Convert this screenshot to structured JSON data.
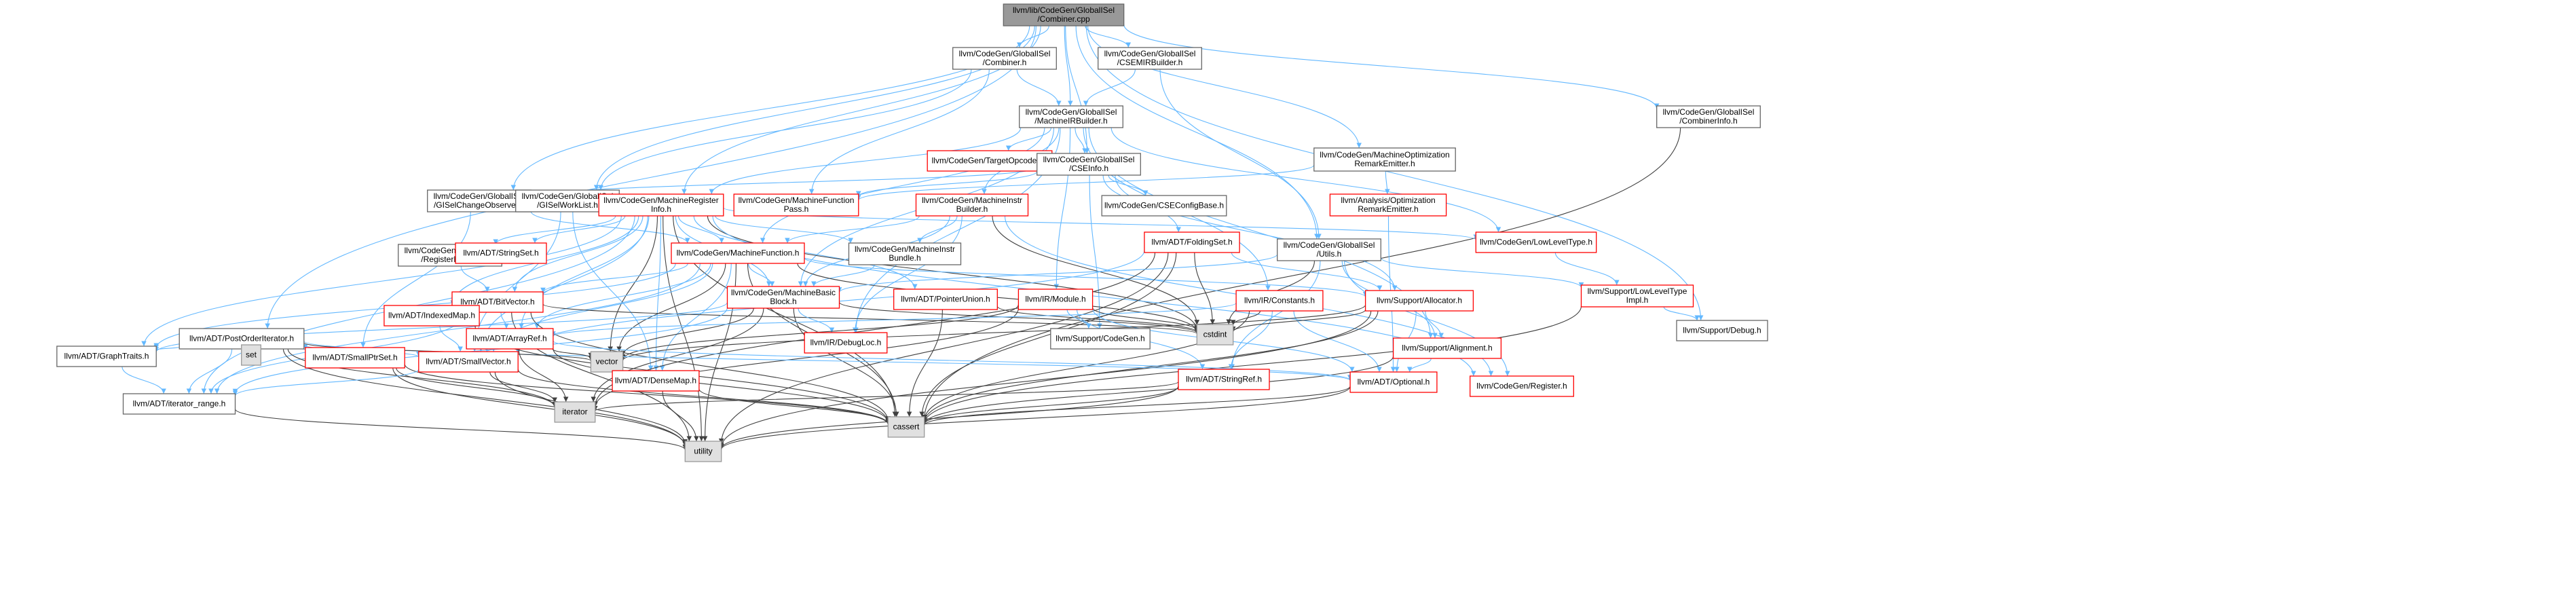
{
  "colors": {
    "root_fill": "#999999",
    "node_fill": "#ffffff",
    "node_border": "#666666",
    "incomplete_border": "#ff0000",
    "external_fill": "#e0e0e0",
    "external_border": "#999999",
    "edge": "#63b8ff",
    "edge_alt": "#404040",
    "text": "#000000"
  },
  "nodes": [
    {
      "id": "root",
      "lines": [
        "llvm/lib/CodeGen/GlobalISel",
        "/Combiner.cpp"
      ],
      "kind": "root"
    },
    {
      "id": "combiner_h",
      "lines": [
        "llvm/CodeGen/GlobalISel",
        "/Combiner.h"
      ],
      "kind": "normal"
    },
    {
      "id": "csemir",
      "lines": [
        "llvm/CodeGen/GlobalISel",
        "/CSEMIRBuilder.h"
      ],
      "kind": "normal"
    },
    {
      "id": "combinerinfo",
      "lines": [
        "llvm/CodeGen/GlobalISel",
        "/CombinerInfo.h"
      ],
      "kind": "normal"
    },
    {
      "id": "mirbuilder",
      "lines": [
        "llvm/CodeGen/GlobalISel",
        "/MachineIRBuilder.h"
      ],
      "kind": "normal"
    },
    {
      "id": "targetopcodes",
      "lines": [
        "llvm/CodeGen/TargetOpcodes.h"
      ],
      "kind": "incomplete"
    },
    {
      "id": "cseinfo",
      "lines": [
        "llvm/CodeGen/GlobalISel",
        "/CSEInfo.h"
      ],
      "kind": "normal"
    },
    {
      "id": "mopt",
      "lines": [
        "llvm/CodeGen/MachineOptimization",
        "RemarkEmitter.h"
      ],
      "kind": "normal"
    },
    {
      "id": "changeobs",
      "lines": [
        "llvm/CodeGen/GlobalISel",
        "/GISelChangeObserver.h"
      ],
      "kind": "normal"
    },
    {
      "id": "worklist",
      "lines": [
        "llvm/CodeGen/GlobalISel",
        "/GISelWorkList.h"
      ],
      "kind": "normal"
    },
    {
      "id": "mri",
      "lines": [
        "llvm/CodeGen/MachineRegister",
        "Info.h"
      ],
      "kind": "incomplete"
    },
    {
      "id": "mfpass",
      "lines": [
        "llvm/CodeGen/MachineFunction",
        "Pass.h"
      ],
      "kind": "incomplete"
    },
    {
      "id": "mibuilder",
      "lines": [
        "llvm/CodeGen/MachineInstr",
        "Builder.h"
      ],
      "kind": "incomplete"
    },
    {
      "id": "csecfg",
      "lines": [
        "llvm/CodeGen/CSEConfigBase.h"
      ],
      "kind": "normal"
    },
    {
      "id": "analysisopt",
      "lines": [
        "llvm/Analysis/Optimization",
        "RemarkEmitter.h"
      ],
      "kind": "incomplete"
    },
    {
      "id": "regbank",
      "lines": [
        "llvm/CodeGen/GlobalISel",
        "/RegisterBank.h"
      ],
      "kind": "normal"
    },
    {
      "id": "stringset",
      "lines": [
        "llvm/ADT/StringSet.h"
      ],
      "kind": "incomplete"
    },
    {
      "id": "mf",
      "lines": [
        "llvm/CodeGen/MachineFunction.h"
      ],
      "kind": "incomplete"
    },
    {
      "id": "mibundle",
      "lines": [
        "llvm/CodeGen/MachineInstr",
        "Bundle.h"
      ],
      "kind": "normal"
    },
    {
      "id": "foldingset",
      "lines": [
        "llvm/ADT/FoldingSet.h"
      ],
      "kind": "incomplete"
    },
    {
      "id": "utils",
      "lines": [
        "llvm/CodeGen/GlobalISel",
        "/Utils.h"
      ],
      "kind": "normal"
    },
    {
      "id": "lowlevel",
      "lines": [
        "llvm/CodeGen/LowLevelType.h"
      ],
      "kind": "incomplete"
    },
    {
      "id": "bitvector",
      "lines": [
        "llvm/ADT/BitVector.h"
      ],
      "kind": "incomplete"
    },
    {
      "id": "mbb",
      "lines": [
        "llvm/CodeGen/MachineBasic",
        "Block.h"
      ],
      "kind": "incomplete"
    },
    {
      "id": "ptrunion",
      "lines": [
        "llvm/ADT/PointerUnion.h"
      ],
      "kind": "incomplete"
    },
    {
      "id": "module",
      "lines": [
        "llvm/IR/Module.h"
      ],
      "kind": "incomplete"
    },
    {
      "id": "constants",
      "lines": [
        "llvm/IR/Constants.h"
      ],
      "kind": "incomplete"
    },
    {
      "id": "allocator",
      "lines": [
        "llvm/Support/Allocator.h"
      ],
      "kind": "incomplete"
    },
    {
      "id": "lltimpl",
      "lines": [
        "llvm/Support/LowLevelType",
        "Impl.h"
      ],
      "kind": "incomplete"
    },
    {
      "id": "postorder",
      "lines": [
        "llvm/ADT/PostOrderIterator.h"
      ],
      "kind": "normal"
    },
    {
      "id": "set",
      "lines": [
        "set"
      ],
      "kind": "external"
    },
    {
      "id": "smallptrset",
      "lines": [
        "llvm/ADT/SmallPtrSet.h"
      ],
      "kind": "incomplete"
    },
    {
      "id": "indexedmap",
      "lines": [
        "llvm/ADT/IndexedMap.h"
      ],
      "kind": "incomplete"
    },
    {
      "id": "arrayref",
      "lines": [
        "llvm/ADT/ArrayRef.h"
      ],
      "kind": "incomplete"
    },
    {
      "id": "debugloc",
      "lines": [
        "llvm/IR/DebugLoc.h"
      ],
      "kind": "incomplete"
    },
    {
      "id": "supcodegen",
      "lines": [
        "llvm/Support/CodeGen.h"
      ],
      "kind": "normal"
    },
    {
      "id": "cstdint",
      "lines": [
        "cstdint"
      ],
      "kind": "external"
    },
    {
      "id": "alignment",
      "lines": [
        "llvm/Support/Alignment.h"
      ],
      "kind": "incomplete"
    },
    {
      "id": "graphtraits",
      "lines": [
        "llvm/ADT/GraphTraits.h"
      ],
      "kind": "normal"
    },
    {
      "id": "smallvector",
      "lines": [
        "llvm/ADT/SmallVector.h"
      ],
      "kind": "incomplete"
    },
    {
      "id": "vector",
      "lines": [
        "vector"
      ],
      "kind": "external"
    },
    {
      "id": "densemap",
      "lines": [
        "llvm/ADT/DenseMap.h"
      ],
      "kind": "incomplete"
    },
    {
      "id": "stringref",
      "lines": [
        "llvm/ADT/StringRef.h"
      ],
      "kind": "incomplete"
    },
    {
      "id": "optional",
      "lines": [
        "llvm/ADT/Optional.h"
      ],
      "kind": "incomplete"
    },
    {
      "id": "register",
      "lines": [
        "llvm/CodeGen/Register.h"
      ],
      "kind": "incomplete"
    },
    {
      "id": "debug",
      "lines": [
        "llvm/Support/Debug.h"
      ],
      "kind": "normal"
    },
    {
      "id": "iterrange",
      "lines": [
        "llvm/ADT/iterator_range.h"
      ],
      "kind": "normal"
    },
    {
      "id": "iterator",
      "lines": [
        "iterator"
      ],
      "kind": "external"
    },
    {
      "id": "cassert",
      "lines": [
        "cassert"
      ],
      "kind": "external"
    },
    {
      "id": "utility",
      "lines": [
        "utility"
      ],
      "kind": "external"
    }
  ],
  "edges": [
    [
      "root",
      "combiner_h"
    ],
    [
      "root",
      "csemir"
    ],
    [
      "root",
      "combinerinfo"
    ],
    [
      "root",
      "mirbuilder"
    ],
    [
      "root",
      "cseinfo"
    ],
    [
      "root",
      "mopt"
    ],
    [
      "root",
      "changeobs"
    ],
    [
      "root",
      "worklist"
    ],
    [
      "root",
      "mri"
    ],
    [
      "root",
      "utils"
    ],
    [
      "root",
      "postorder"
    ],
    [
      "root",
      "debug"
    ],
    [
      "combiner_h",
      "mirbuilder"
    ],
    [
      "combiner_h",
      "mfpass"
    ],
    [
      "combiner_h",
      "worklist"
    ],
    [
      "csemir",
      "mirbuilder"
    ],
    [
      "csemir",
      "utils"
    ],
    [
      "combinerinfo",
      "cassert"
    ],
    [
      "mirbuilder",
      "targetopcodes"
    ],
    [
      "mirbuilder",
      "cseinfo"
    ],
    [
      "mirbuilder",
      "mri"
    ],
    [
      "mirbuilder",
      "mibuilder"
    ],
    [
      "mirbuilder",
      "mbb"
    ],
    [
      "mirbuilder",
      "mf"
    ],
    [
      "mirbuilder",
      "module"
    ],
    [
      "mirbuilder",
      "constants"
    ],
    [
      "mirbuilder",
      "lowlevel"
    ],
    [
      "mirbuilder",
      "debugloc"
    ],
    [
      "mirbuilder",
      "alignment"
    ],
    [
      "cseinfo",
      "csecfg"
    ],
    [
      "cseinfo",
      "mfpass"
    ],
    [
      "cseinfo",
      "changeobs"
    ],
    [
      "cseinfo",
      "foldingset"
    ],
    [
      "cseinfo",
      "allocator"
    ],
    [
      "cseinfo",
      "supcodegen"
    ],
    [
      "mopt",
      "mfpass"
    ],
    [
      "mopt",
      "analysisopt"
    ],
    [
      "analysisopt",
      "optional"
    ],
    [
      "changeobs",
      "mf"
    ],
    [
      "changeobs",
      "smallptrset"
    ],
    [
      "worklist",
      "densemap"
    ],
    [
      "worklist",
      "smallvector"
    ],
    [
      "mri",
      "regbank"
    ],
    [
      "mri",
      "stringset"
    ],
    [
      "mri",
      "mf"
    ],
    [
      "mri",
      "mibundle"
    ],
    [
      "mri",
      "bitvector"
    ],
    [
      "mri",
      "mbb"
    ],
    [
      "mri",
      "ptrunion"
    ],
    [
      "mri",
      "indexedmap"
    ],
    [
      "mri",
      "arrayref"
    ],
    [
      "mri",
      "smallvector"
    ],
    [
      "mri",
      "vector"
    ],
    [
      "mri",
      "densemap"
    ],
    [
      "mri",
      "iterrange"
    ],
    [
      "mri",
      "cassert"
    ],
    [
      "mri",
      "cstdint"
    ],
    [
      "mri",
      "utility"
    ],
    [
      "mri",
      "lowlevel"
    ],
    [
      "mri",
      "register"
    ],
    [
      "mri",
      "graphtraits"
    ],
    [
      "mibuilder",
      "mf"
    ],
    [
      "mibuilder",
      "mbb"
    ],
    [
      "mibuilder",
      "mibundle"
    ],
    [
      "mibuilder",
      "debugloc"
    ],
    [
      "mibuilder",
      "cstdint"
    ],
    [
      "mibuilder",
      "register"
    ],
    [
      "mibundle",
      "mbb"
    ],
    [
      "regbank",
      "bitvector"
    ],
    [
      "mf",
      "bitvector"
    ],
    [
      "mf",
      "mbb"
    ],
    [
      "mf",
      "arrayref"
    ],
    [
      "mf",
      "densemap"
    ],
    [
      "mf",
      "smallvector"
    ],
    [
      "mf",
      "iterrange"
    ],
    [
      "mf",
      "allocator"
    ],
    [
      "mf",
      "cassert"
    ],
    [
      "mf",
      "cstdint"
    ],
    [
      "mf",
      "utility"
    ],
    [
      "mf",
      "vector"
    ],
    [
      "mf",
      "graphtraits"
    ],
    [
      "foldingset",
      "smallvector"
    ],
    [
      "foldingset",
      "allocator"
    ],
    [
      "foldingset",
      "iterator"
    ],
    [
      "foldingset",
      "cassert"
    ],
    [
      "foldingset",
      "cstdint"
    ],
    [
      "foldingset",
      "utility"
    ],
    [
      "utils",
      "lltimpl"
    ],
    [
      "utils",
      "register"
    ],
    [
      "utils",
      "alignment"
    ],
    [
      "utils",
      "stringref"
    ],
    [
      "utils",
      "cstdint"
    ],
    [
      "utils",
      "mbb"
    ],
    [
      "lowlevel",
      "lltimpl"
    ],
    [
      "lltimpl",
      "debug"
    ],
    [
      "lltimpl",
      "cassert"
    ],
    [
      "bitvector",
      "arrayref"
    ],
    [
      "bitvector",
      "iterrange"
    ],
    [
      "bitvector",
      "cassert"
    ],
    [
      "bitvector",
      "utility"
    ],
    [
      "bitvector",
      "cstdint"
    ],
    [
      "mbb",
      "debugloc"
    ],
    [
      "mbb",
      "graphtraits"
    ],
    [
      "mbb",
      "iterrange"
    ],
    [
      "mbb",
      "iterator"
    ],
    [
      "mbb",
      "cassert"
    ],
    [
      "mbb",
      "cstdint"
    ],
    [
      "mbb",
      "vector"
    ],
    [
      "ptrunion",
      "cassert"
    ],
    [
      "ptrunion",
      "cstdint"
    ],
    [
      "module",
      "supcodegen"
    ],
    [
      "module",
      "iterator"
    ],
    [
      "module",
      "cstdint"
    ],
    [
      "module",
      "vector"
    ],
    [
      "module",
      "optional"
    ],
    [
      "module",
      "stringref"
    ],
    [
      "constants",
      "arrayref"
    ],
    [
      "constants",
      "optional"
    ],
    [
      "constants",
      "stringref"
    ],
    [
      "constants",
      "cassert"
    ],
    [
      "constants",
      "cstdint"
    ],
    [
      "allocator",
      "alignment"
    ],
    [
      "allocator",
      "optional"
    ],
    [
      "allocator",
      "cassert"
    ],
    [
      "allocator",
      "cstdint"
    ],
    [
      "allocator",
      "utility"
    ],
    [
      "allocator",
      "vector"
    ],
    [
      "alignment",
      "optional"
    ],
    [
      "alignment",
      "cassert"
    ],
    [
      "postorder",
      "set"
    ],
    [
      "postorder",
      "smallptrset"
    ],
    [
      "postorder",
      "smallvector"
    ],
    [
      "postorder",
      "graphtraits"
    ],
    [
      "postorder",
      "iterrange"
    ],
    [
      "postorder",
      "optional"
    ],
    [
      "postorder",
      "utility"
    ],
    [
      "postorder",
      "iterator"
    ],
    [
      "postorder",
      "vector"
    ],
    [
      "smallptrset",
      "iterator"
    ],
    [
      "smallptrset",
      "cassert"
    ],
    [
      "smallptrset",
      "utility"
    ],
    [
      "indexedmap",
      "smallvector"
    ],
    [
      "indexedmap",
      "cassert"
    ],
    [
      "arrayref",
      "smallvector"
    ],
    [
      "arrayref",
      "iterator"
    ],
    [
      "arrayref",
      "cassert"
    ],
    [
      "arrayref",
      "vector"
    ],
    [
      "arrayref",
      "optional"
    ],
    [
      "graphtraits",
      "iterrange"
    ],
    [
      "smallvector",
      "iterrange"
    ],
    [
      "smallvector",
      "iterator"
    ],
    [
      "smallvector",
      "cassert"
    ],
    [
      "smallvector",
      "utility"
    ],
    [
      "densemap",
      "utility"
    ],
    [
      "densemap",
      "cassert"
    ],
    [
      "stringref",
      "iterator"
    ],
    [
      "stringref",
      "cassert"
    ],
    [
      "stringref",
      "utility"
    ],
    [
      "optional",
      "cassert"
    ],
    [
      "optional",
      "utility"
    ],
    [
      "iterrange",
      "utility"
    ]
  ]
}
